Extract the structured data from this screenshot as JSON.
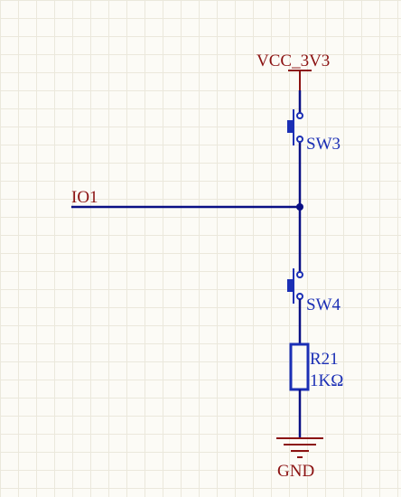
{
  "colors": {
    "background": "#fcfbf6",
    "grid": "#ebe8dc",
    "wire": "#0a0f85",
    "power": "#8b1212",
    "component": "#1b2fb5"
  },
  "labels": {
    "vcc": "VCC_3V3",
    "gnd": "GND",
    "net_io1": "IO1",
    "sw3": "SW3",
    "sw4": "SW4",
    "r21_designator": "R21",
    "r21_value": "1KΩ"
  }
}
